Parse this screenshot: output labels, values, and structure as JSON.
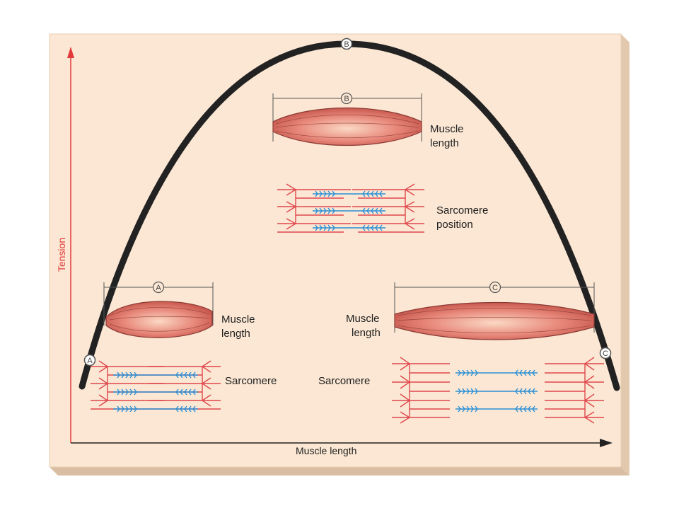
{
  "axes": {
    "x_label": "Muscle length",
    "y_label": "Tension"
  },
  "points": {
    "a": "A",
    "b": "B",
    "c": "C"
  },
  "panel_b": {
    "marker": "B",
    "muscle_label_line1": "Muscle",
    "muscle_label_line2": "length",
    "sarcomere_label_line1": "Sarcomere",
    "sarcomere_label_line2": "position"
  },
  "panel_a": {
    "marker": "A",
    "muscle_label_line1": "Muscle",
    "muscle_label_line2": "length",
    "sarcomere_label": "Sarcomere"
  },
  "panel_c": {
    "marker": "C",
    "muscle_label_line1": "Muscle",
    "muscle_label_line2": "length",
    "sarcomere_label": "Sarcomere"
  },
  "colors": {
    "background_panel": "#fbe7d3",
    "panel_edge": "#e6cdb3",
    "curve": "#222222",
    "axis": "#e23a3a",
    "actin": "#e0474c",
    "myosin": "#2a8fd6",
    "muscle_fill": "#e8847a",
    "muscle_stroke": "#8c3a34"
  }
}
